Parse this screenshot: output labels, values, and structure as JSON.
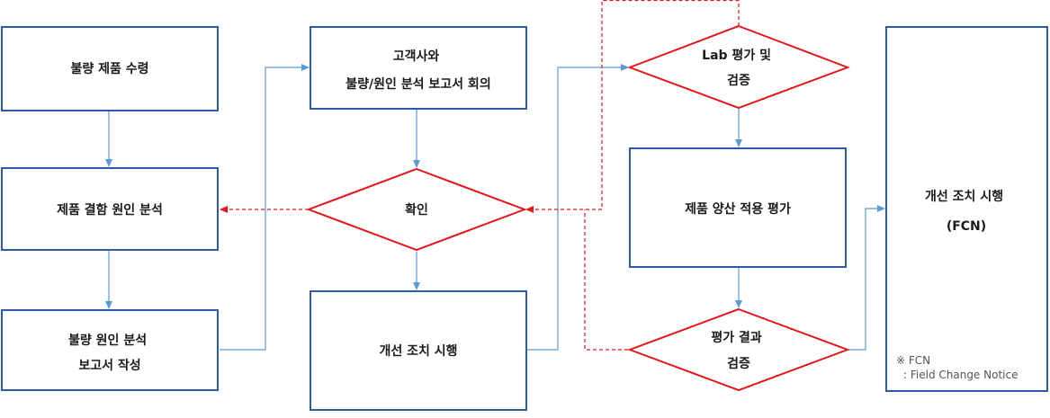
{
  "colors": {
    "box_border": "#2e5aa7",
    "diamond_border": "#e3161c",
    "arrow_blue": "#5b9bd5",
    "arrow_red_dashed": "#e3161c"
  },
  "nodes": {
    "defect_receipt": {
      "lines": [
        "불량 제품 수령"
      ]
    },
    "defect_cause_analysis": {
      "lines": [
        "제품 결함 원인 분석"
      ]
    },
    "defect_report": {
      "lines": [
        "불량 원인 분석",
        "보고서 작성"
      ]
    },
    "customer_meeting": {
      "lines": [
        "고객사와",
        "불량/원인 분석 보고서 회의"
      ]
    },
    "confirm": {
      "lines": [
        "확인"
      ]
    },
    "corrective_action": {
      "lines": [
        "개선 조치 시행"
      ]
    },
    "lab_eval": {
      "lines": [
        "Lab 평가 및",
        "검증"
      ]
    },
    "mass_production_eval": {
      "lines": [
        "제품 양산 적용 평가"
      ]
    },
    "eval_result_verify": {
      "lines": [
        "평가 결과",
        "검증"
      ]
    },
    "fcn_action": {
      "lines": [
        "개선 조치 시행",
        "(FCN)"
      ]
    }
  },
  "note": {
    "line1": "※ FCN",
    "line2": ": Field Change Notice"
  }
}
